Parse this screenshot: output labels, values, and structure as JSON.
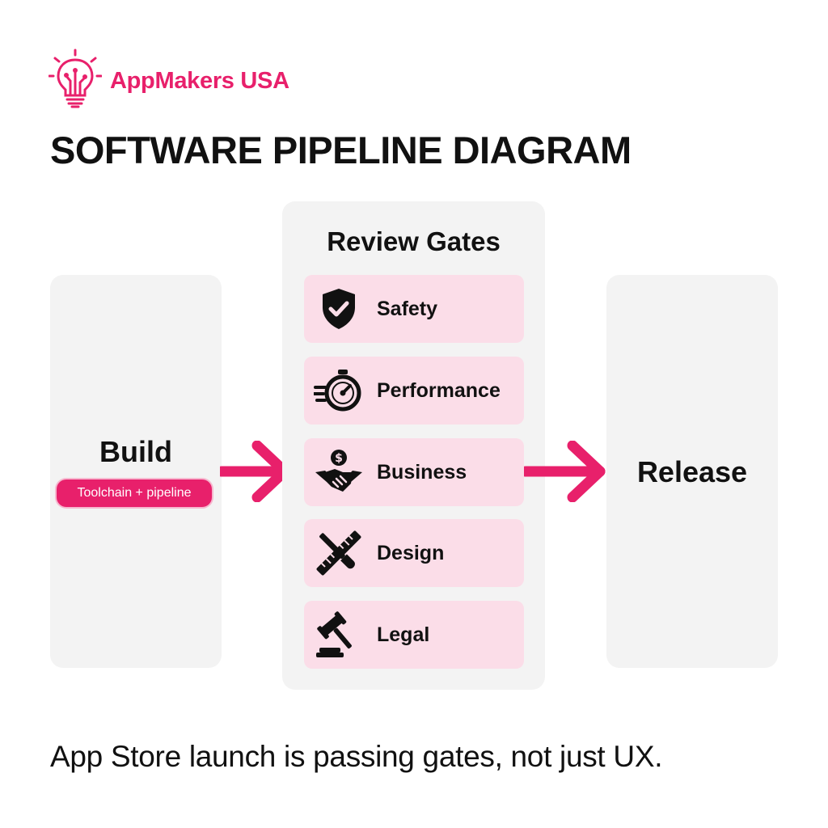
{
  "brand": {
    "name": "AppMakers USA",
    "icon": "lightbulb-circuit-icon",
    "color": "#e8206b"
  },
  "title": "SOFTWARE PIPELINE DIAGRAM",
  "build": {
    "title": "Build",
    "pill": "Toolchain + pipeline"
  },
  "review": {
    "title": "Review Gates",
    "gates": [
      {
        "label": "Safety",
        "icon": "shield-check-icon"
      },
      {
        "label": "Performance",
        "icon": "stopwatch-icon"
      },
      {
        "label": "Business",
        "icon": "handshake-dollar-icon"
      },
      {
        "label": "Design",
        "icon": "ruler-brush-icon"
      },
      {
        "label": "Legal",
        "icon": "gavel-icon"
      }
    ]
  },
  "release": {
    "title": "Release"
  },
  "tagline": "App Store launch is passing gates, not just UX.",
  "colors": {
    "accent": "#e8206b",
    "panel": "#f3f3f3",
    "gate": "#fbdde8"
  }
}
